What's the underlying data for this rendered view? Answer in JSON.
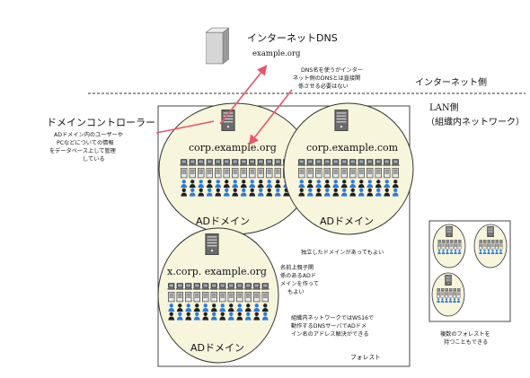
{
  "internet_dns": {
    "title": "インターネットDNS",
    "domain": "example.org"
  },
  "note_dns": [
    "DNS名を使うがインター",
    "ネット側のDNSとは直接関",
    "係させる必要はない"
  ],
  "internet_side": "インターネット側",
  "lan_side": [
    "LAN側",
    "（組織内ネットワーク）"
  ],
  "domain_controller": {
    "title": "ドメインコントローラー",
    "desc": [
      "ADドメイン内のユーザーや",
      "PCなどについての情報",
      "をデータベース上して管理",
      "している"
    ]
  },
  "domains": [
    {
      "name": "corp.example.org",
      "label": "ADドメイン"
    },
    {
      "name": "corp.example.com",
      "label": "ADドメイン"
    },
    {
      "name": "x.corp. example.org",
      "label": "ADドメイン"
    }
  ],
  "note_independent": "独立したドメインがあってもよい",
  "note_parent_child": [
    "名前上親子関",
    "係のあるADド",
    "メインを作って",
    "もよい"
  ],
  "note_dns_server": [
    "組織内ネットワークではWS16で",
    "動作するDNSサーバでADドメ",
    "イン名のアドレス解決ができる"
  ],
  "forest_label": "フォレスト",
  "multi_forest_note": [
    "複数のフォレストを",
    "持つこともできる"
  ],
  "colors": {
    "accent_arrow": "#e8556a",
    "ellipse_fill": "#f7f5dc",
    "person_blue": "#2d7bd6",
    "dashed_line": "#999999"
  },
  "icons": [
    "server-icon",
    "laptop-icon",
    "desktop-pc-icon",
    "person-icon"
  ]
}
